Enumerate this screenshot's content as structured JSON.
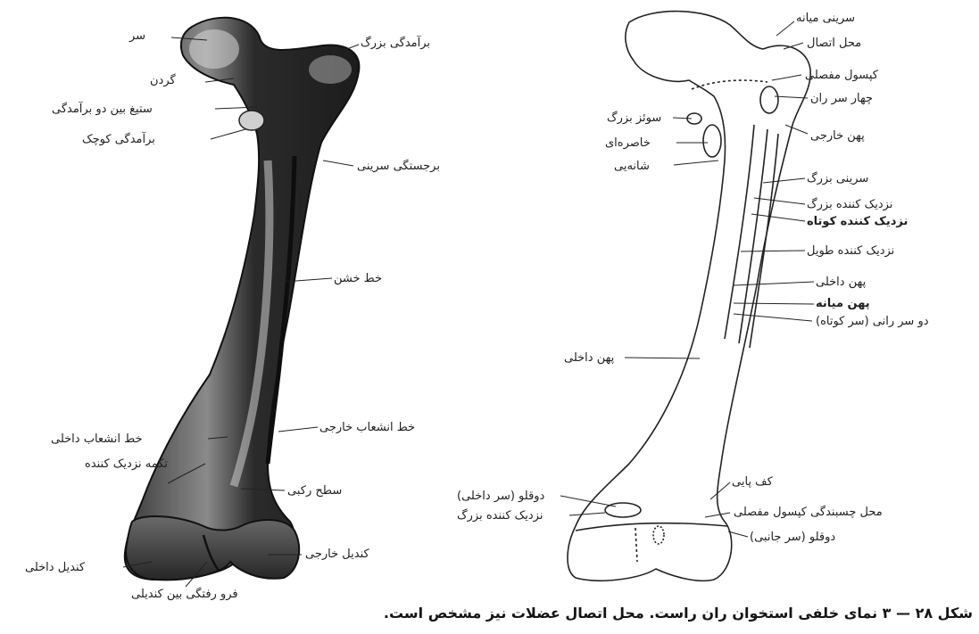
{
  "diagram": {
    "caption": "شکل ۲۸ — ۳ نمای خلفی استخوان ران راست. محل اتصال عضلات نیز مشخص است.",
    "left_figure": {
      "labels": [
        {
          "key": "head",
          "text": "سر"
        },
        {
          "key": "greater_trochanter",
          "text": "برآمدگی بزرگ"
        },
        {
          "key": "neck",
          "text": "گردن"
        },
        {
          "key": "intertrochanteric_crest",
          "text": "ستیغ بین دو برآمدگی"
        },
        {
          "key": "lesser_trochanter",
          "text": "برآمدگی کوچک"
        },
        {
          "key": "gluteal_tuberosity",
          "text": "برجستگی سرینی"
        },
        {
          "key": "linea_aspera",
          "text": "خط خشن"
        },
        {
          "key": "medial_supracondylar_line",
          "text": "خط انشعاب داخلی"
        },
        {
          "key": "lateral_supracondylar_line",
          "text": "خط انشعاب خارجی"
        },
        {
          "key": "adductor_tubercle",
          "text": "تکمه نزدیک کننده"
        },
        {
          "key": "popliteal_surface",
          "text": "سطح رکبی"
        },
        {
          "key": "lateral_condyle",
          "text": "کندیل خارجی"
        },
        {
          "key": "medial_condyle",
          "text": "کندیل داخلی"
        },
        {
          "key": "intercondylar_fossa",
          "text": "فرو رفتگی بین کندیلی"
        }
      ]
    },
    "right_figure": {
      "labels": [
        {
          "key": "gluteus_medius",
          "text": "سرینی میانه"
        },
        {
          "key": "insertion_site",
          "text": "محل اتصال"
        },
        {
          "key": "joint_capsule",
          "text": "کپسول مفصلی"
        },
        {
          "key": "quadratus_femoris",
          "text": "چهار سر ران"
        },
        {
          "key": "psoas_major",
          "text": "سوئز بزرگ"
        },
        {
          "key": "iliacus",
          "text": "خاصره‌ای"
        },
        {
          "key": "vastus_lateralis",
          "text": "پهن خارجی"
        },
        {
          "key": "pectineus",
          "text": "شانه‌یی"
        },
        {
          "key": "gluteus_maximus",
          "text": "سرینی بزرگ"
        },
        {
          "key": "adductor_magnus",
          "text": "نزدیک کننده بزرگ"
        },
        {
          "key": "adductor_brevis",
          "text": "نزدیک کننده کوتاه"
        },
        {
          "key": "adductor_longus",
          "text": "نزدیک کننده طویل"
        },
        {
          "key": "vastus_medialis_upper",
          "text": "پهن داخلی"
        },
        {
          "key": "vastus_intermedius",
          "text": "پهن میانه"
        },
        {
          "key": "biceps_short_head",
          "text": "دو سر رانی (سر کوتاه)"
        },
        {
          "key": "vastus_medialis",
          "text": "پهن داخلی"
        },
        {
          "key": "plantaris",
          "text": "کف پایی"
        },
        {
          "key": "gastrocnemius_medial",
          "text": "دوقلو (سر داخلی)"
        },
        {
          "key": "capsule_attachment",
          "text": "محل چسبندگی کپسول مفصلی"
        },
        {
          "key": "adductor_magnus_lower",
          "text": "نزدیک کننده بزرگ"
        },
        {
          "key": "gastrocnemius_lateral",
          "text": "دوقلو (سر جانبی)"
        }
      ]
    }
  }
}
